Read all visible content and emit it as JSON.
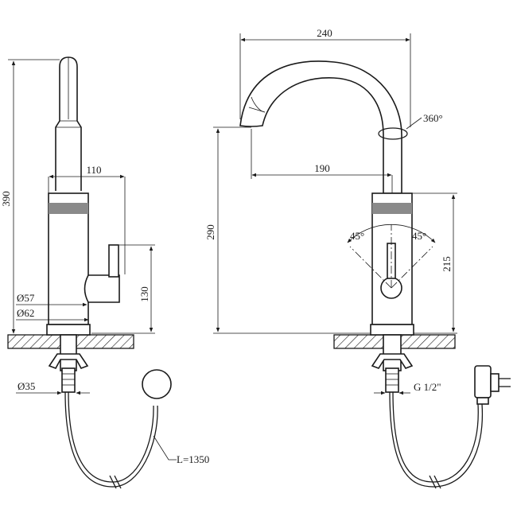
{
  "side_view": {
    "height_label": "390",
    "spout_reach_label": "110",
    "lever_height_label": "130",
    "body_inner_dia_label": "Ø57",
    "body_outer_dia_label": "Ø62",
    "mount_dia_label": "Ø35",
    "cable_length_label": "L=1350"
  },
  "front_view": {
    "width_label": "240",
    "rotation_label": "360°",
    "spout_offset_label": "190",
    "spout_height_label": "290",
    "body_height_label": "215",
    "lever_angle_left_label": "45°",
    "lever_angle_right_label": "45°",
    "thread_label": "G 1/2\""
  }
}
